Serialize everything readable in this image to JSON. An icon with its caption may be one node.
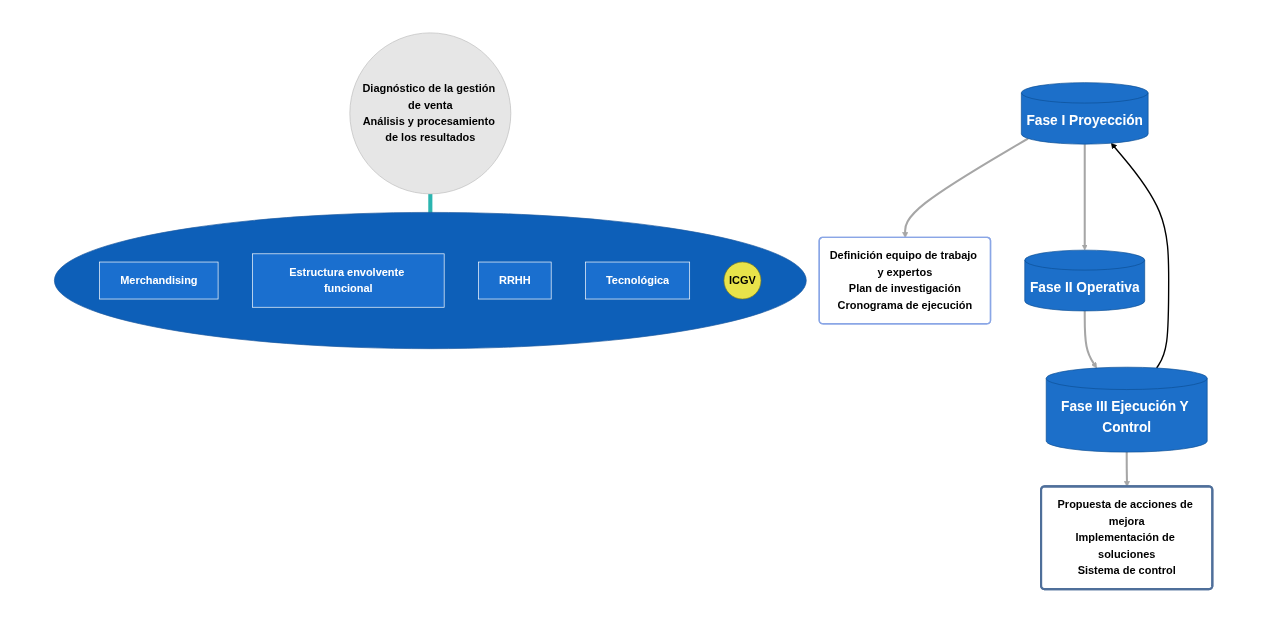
{
  "diagram": {
    "nodes": [
      {
        "text": [
          "Fase I Proyección"
        ]
      },
      {
        "text": [
          "Definición equipo de trabajo y expertos",
          "Plan de investigación",
          "Cronograma de ejecución"
        ]
      },
      {
        "text": [
          "Fase II Operativa"
        ]
      },
      {
        "text": [
          "Diagnóstico de la gestión de venta",
          "Análisis y procesamiento de los resultados"
        ]
      },
      {
        "text": [],
        "shape": "circle"
      },
      {
        "text": [
          "Merchandising"
        ],
        "in": 4
      },
      {
        "text": [
          "Estructura envolvente funcional"
        ],
        "in": 4
      },
      {
        "text": [
          "RRHH"
        ],
        "in": 4
      },
      {
        "text": [
          "Tecnológica"
        ],
        "in": 4
      },
      {
        "text": [
          "ICGV"
        ],
        "in": 4
      },
      {
        "text": [
          "Fase III Ejecución Y Control"
        ]
      },
      {
        "text": [
          "Propuesta de acciones de mejora",
          "Implementación de soluciones",
          "Sistema de control"
        ]
      }
    ],
    "edges": [
      {
        "from": 0,
        "to": 1,
        "arrow": "to"
      },
      {
        "from": 0,
        "to": 2,
        "arrow": "to"
      },
      {
        "from": 3,
        "to": 4,
        "arrow": "to",
        "style": "thick",
        "color": "#2bb5b0"
      },
      {
        "from": 2,
        "to": 10,
        "arrow": "to"
      },
      {
        "from": 10,
        "to": 11,
        "arrow": "to"
      },
      {
        "from": 10,
        "to": 0,
        "arrow": "to",
        "color": "#000000"
      }
    ]
  }
}
